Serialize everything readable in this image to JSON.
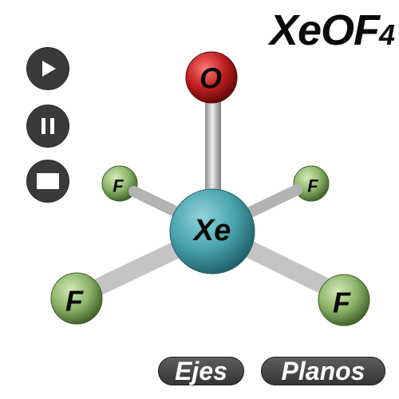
{
  "title": {
    "main": "XeOF",
    "subscript": "4"
  },
  "controls": [
    {
      "name": "play-button",
      "icon": "play-icon"
    },
    {
      "name": "pause-button",
      "icon": "pause-icon"
    },
    {
      "name": "stop-button",
      "icon": "stop-icon"
    }
  ],
  "atoms": {
    "xe": "Xe",
    "o": "O",
    "f_back_left": "F",
    "f_back_right": "F",
    "f_front_left": "F",
    "f_front_right": "F"
  },
  "buttons": {
    "ejes": "Ejes",
    "planos": "Planos"
  },
  "colors": {
    "xenon": "#4aa3ad",
    "oxygen": "#c01e1e",
    "fluorine": "#8cb36a",
    "bond": "#bdbdbd",
    "button_dark": "#3a3a3a"
  }
}
